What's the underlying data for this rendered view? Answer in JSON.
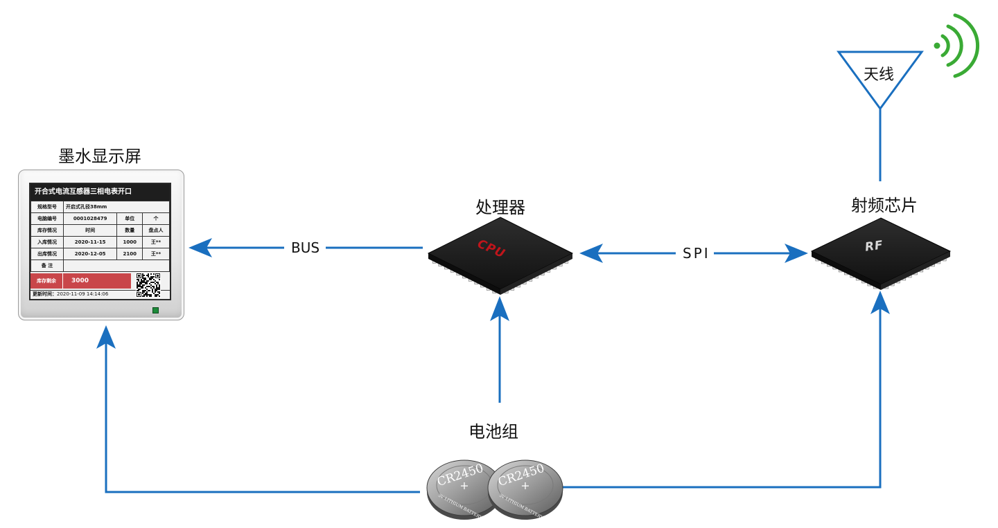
{
  "labels": {
    "display": "墨水显示屏",
    "processor": "处理器",
    "rf_chip": "射频芯片",
    "battery": "电池组",
    "antenna": "天线"
  },
  "connections": {
    "bus": "BUS",
    "spi": "SPI"
  },
  "chips": {
    "cpu_marking": "CPU",
    "rf_marking": "RF"
  },
  "batteries": [
    {
      "model": "CR2450",
      "polarity": "+",
      "ring_text": "3V LITHIUM BATTERY"
    },
    {
      "model": "CR2450",
      "polarity": "+",
      "ring_text": "3V LITHIUM BATTERY"
    }
  ],
  "eink_screen": {
    "title": "开合式电流互感器三相电表开口",
    "rows": [
      [
        "规格型号",
        "开启式孔径38mm"
      ],
      [
        "电脑编号",
        "0001028479",
        "单位",
        "个"
      ],
      [
        "库存情况",
        "时间",
        "数量",
        "盘点人"
      ],
      [
        "入库情况",
        "2020-11-15",
        "1000",
        "王**"
      ],
      [
        "出库情况",
        "2020-12-05",
        "2100",
        "王**"
      ],
      [
        "备 注",
        ""
      ]
    ],
    "remaining_label": "库存剩余",
    "remaining_value": "3000",
    "update_label": "更新时间：",
    "update_time": "2020-11-09 14:14:06"
  },
  "colors": {
    "arrow": "#1a6fbf",
    "signal": "#3aaa35",
    "cpu_text": "#c0151b",
    "rf_text": "#d8d8d8",
    "chip_body": "#1c1c1c",
    "remaining_bg": "#c9464a"
  },
  "icons": [
    "wifi-signal-icon",
    "antenna-icon",
    "qr-code-icon",
    "led-indicator-icon"
  ]
}
